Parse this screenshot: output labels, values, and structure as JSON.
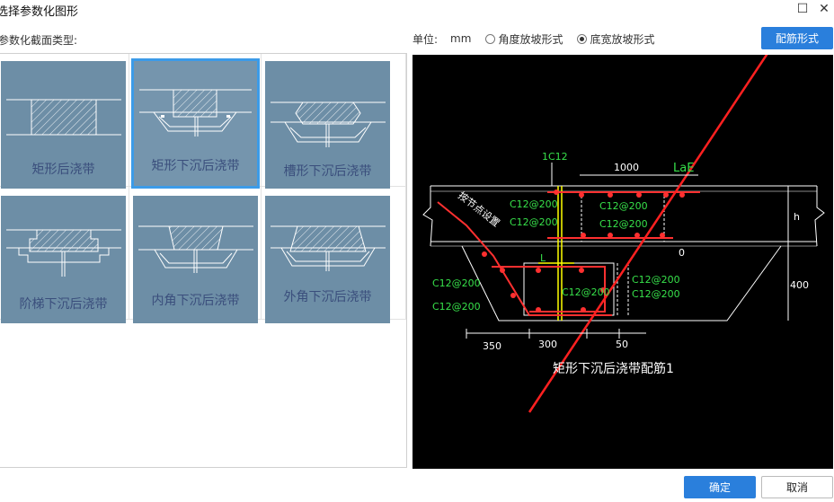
{
  "window": {
    "title": "选择参数化图形"
  },
  "section_label": "参数化截面类型:",
  "unit": {
    "label": "单位:",
    "value": "mm",
    "options": [
      {
        "label": "角度放坡形式",
        "checked": false
      },
      {
        "label": "底宽放坡形式",
        "checked": true
      }
    ]
  },
  "buttons": {
    "rebar_form": "配筋形式",
    "ok": "确定",
    "cancel": "取消"
  },
  "shapes": [
    {
      "label": "矩形后浇带",
      "selected": false
    },
    {
      "label": "矩形下沉后浇带",
      "selected": true
    },
    {
      "label": "槽形下沉后浇带",
      "selected": false
    },
    {
      "label": "阶梯下沉后浇带",
      "selected": false
    },
    {
      "label": "内角下沉后浇带",
      "selected": false
    },
    {
      "label": "外角下沉后浇带",
      "selected": false
    }
  ],
  "preview": {
    "title": "矩形下沉后浇带配筋1",
    "labels": {
      "top_rebar": "1C12",
      "dim_1000": "1000",
      "lae": "LaE",
      "rebar_a": "C12@200",
      "rebar_b": "C12@200",
      "rebar_c": "C12@200",
      "rebar_d": "C12@200",
      "rebar_e": "C12@200",
      "rebar_f": "C12@200",
      "rebar_g": "C12@200",
      "rebar_h": "C12@200",
      "rebar_i": "C12@200",
      "h": "h",
      "zero": "0",
      "l": "L",
      "dim_400": "400",
      "dim_350": "350",
      "dim_300": "300",
      "dim_50": "50",
      "node_note": "按节点设置"
    }
  },
  "colors": {
    "accent": "#2a7fdc",
    "thumb_bg": "#6d8ea6",
    "cad_green": "#37e04a",
    "cad_red": "#ff3030",
    "cad_yellow": "#ffff00"
  }
}
